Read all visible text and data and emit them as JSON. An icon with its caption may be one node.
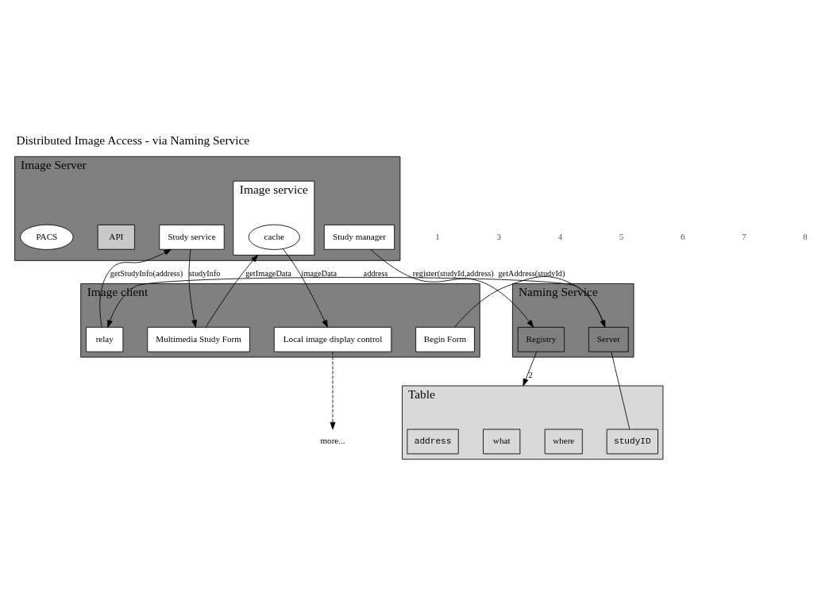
{
  "diagram": {
    "title": "Distributed Image Access - via Naming Service",
    "nodes": [
      {
        "text": [
          "Naming Service"
        ]
      },
      {
        "text": [
          "Server"
        ],
        "in": 0
      },
      {
        "text": [
          "Registry"
        ],
        "in": 0
      },
      {
        "text": [
          "Table"
        ]
      },
      {
        "text": [
          "what"
        ],
        "in": 3
      },
      {
        "text": [
          "where"
        ],
        "in": 3
      },
      {
        "text": [
          "studyID"
        ],
        "in": 3
      },
      {
        "text": [
          "address"
        ],
        "in": 3
      },
      {
        "text": [
          "Image client"
        ]
      },
      {
        "text": [
          "Begin Form"
        ],
        "in": 8
      },
      {
        "text": [
          "relay"
        ],
        "in": 8
      },
      {
        "text": [
          "Multimedia Study Form"
        ],
        "in": 8
      },
      {
        "text": [
          "Local image display control"
        ],
        "in": 8
      },
      {
        "text": [
          "more..."
        ]
      },
      {
        "text": [
          "Image Server"
        ]
      },
      {
        "text": [
          "Study manager"
        ],
        "in": 14
      },
      {
        "text": [
          "Study service"
        ],
        "in": 14
      },
      {
        "text": [
          "Image service"
        ],
        "in": 14
      },
      {
        "text": [
          "cache"
        ],
        "in": 17
      },
      {
        "text": [
          "API"
        ],
        "in": 14
      },
      {
        "text": [
          "PACS"
        ],
        "in": 14
      }
    ],
    "edges": [
      {
        "from": 15,
        "to": 2,
        "arrow": "to",
        "label": "register(studyId,address)"
      },
      {
        "from": 2,
        "to": 3,
        "arrow": "to",
        "label": "2"
      },
      {
        "from": 9,
        "to": 1,
        "arrow": "to",
        "label": "getAddress(studyId)"
      },
      {
        "from": 1,
        "to": 10,
        "arrow": "to",
        "label": "address"
      },
      {
        "from": 6,
        "to": 1,
        "arrow": "none"
      },
      {
        "from": 10,
        "to": 16,
        "arrow": "to",
        "label": "getStudyInfo(address)"
      },
      {
        "from": 16,
        "to": 11,
        "arrow": "to",
        "label": "studyInfo"
      },
      {
        "from": 11,
        "to": 17,
        "arrow": "to",
        "label": "getImageData"
      },
      {
        "from": 18,
        "to": 12,
        "arrow": "to",
        "label": "imageData"
      },
      {
        "from": 12,
        "to": 13,
        "arrow": "to",
        "style": "dashed"
      }
    ],
    "labels": [
      "1",
      "3",
      "4",
      "5",
      "6",
      "7",
      "8"
    ]
  }
}
